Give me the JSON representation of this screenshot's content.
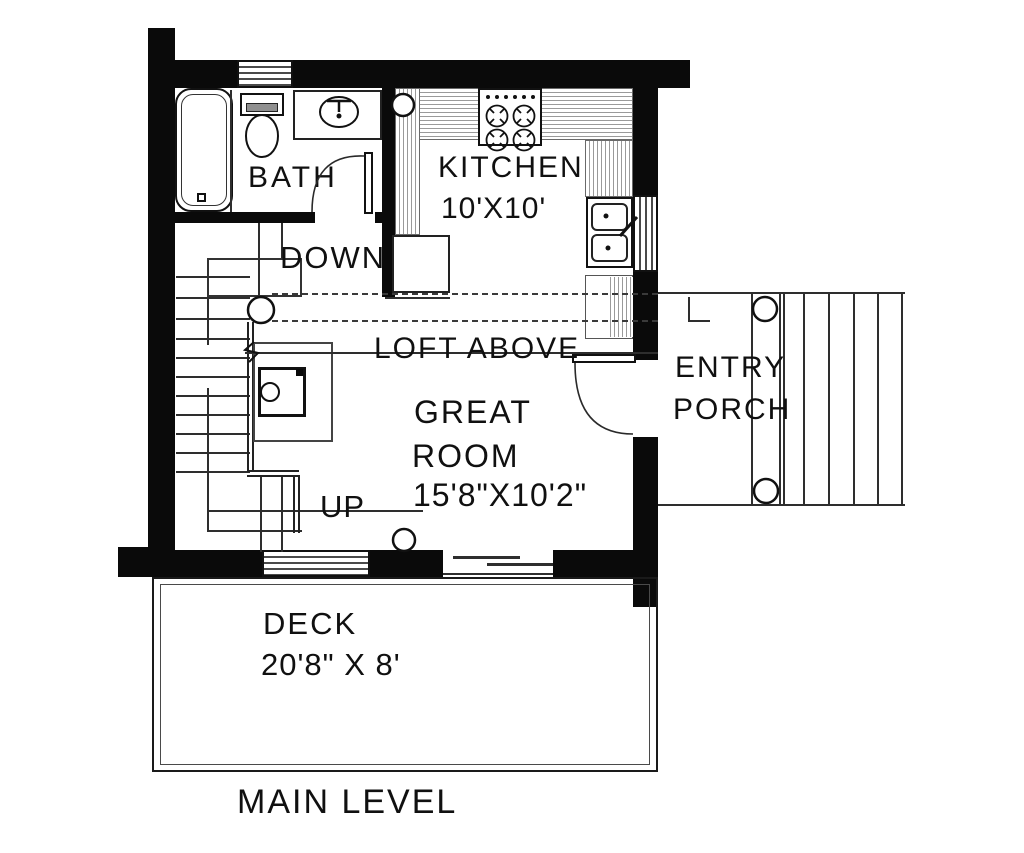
{
  "drawing_title": "MAIN LEVEL",
  "colors": {
    "ink": "#0a0a0a",
    "line": "#2e2e2e",
    "hatch": "#8a8a8a",
    "paper": "#ffffff"
  },
  "rooms": {
    "bath": {
      "name": "BATH"
    },
    "kitchen": {
      "name": "KITCHEN",
      "dims": "10'X10'"
    },
    "great_room": {
      "name_line1": "GREAT",
      "name_line2": "ROOM",
      "dims": "15'8\"X10'2\""
    },
    "entry_porch": {
      "name_line1": "ENTRY",
      "name_line2": "PORCH"
    },
    "deck": {
      "name": "DECK",
      "dims": "20'8\" X 8'"
    }
  },
  "annotations": {
    "stairs_down": "DOWN",
    "stairs_up": "UP",
    "loft": "LOFT ABOVE"
  },
  "fixtures": [
    "bathtub",
    "toilet",
    "bathroom-sink",
    "range-stove",
    "kitchen-sink",
    "wood-stove",
    "stairs",
    "newel-post",
    "structural-posts",
    "porch-posts",
    "porch-steps",
    "windows",
    "sliding-glass-door",
    "door-swings",
    "deck-outline",
    "hearth"
  ]
}
